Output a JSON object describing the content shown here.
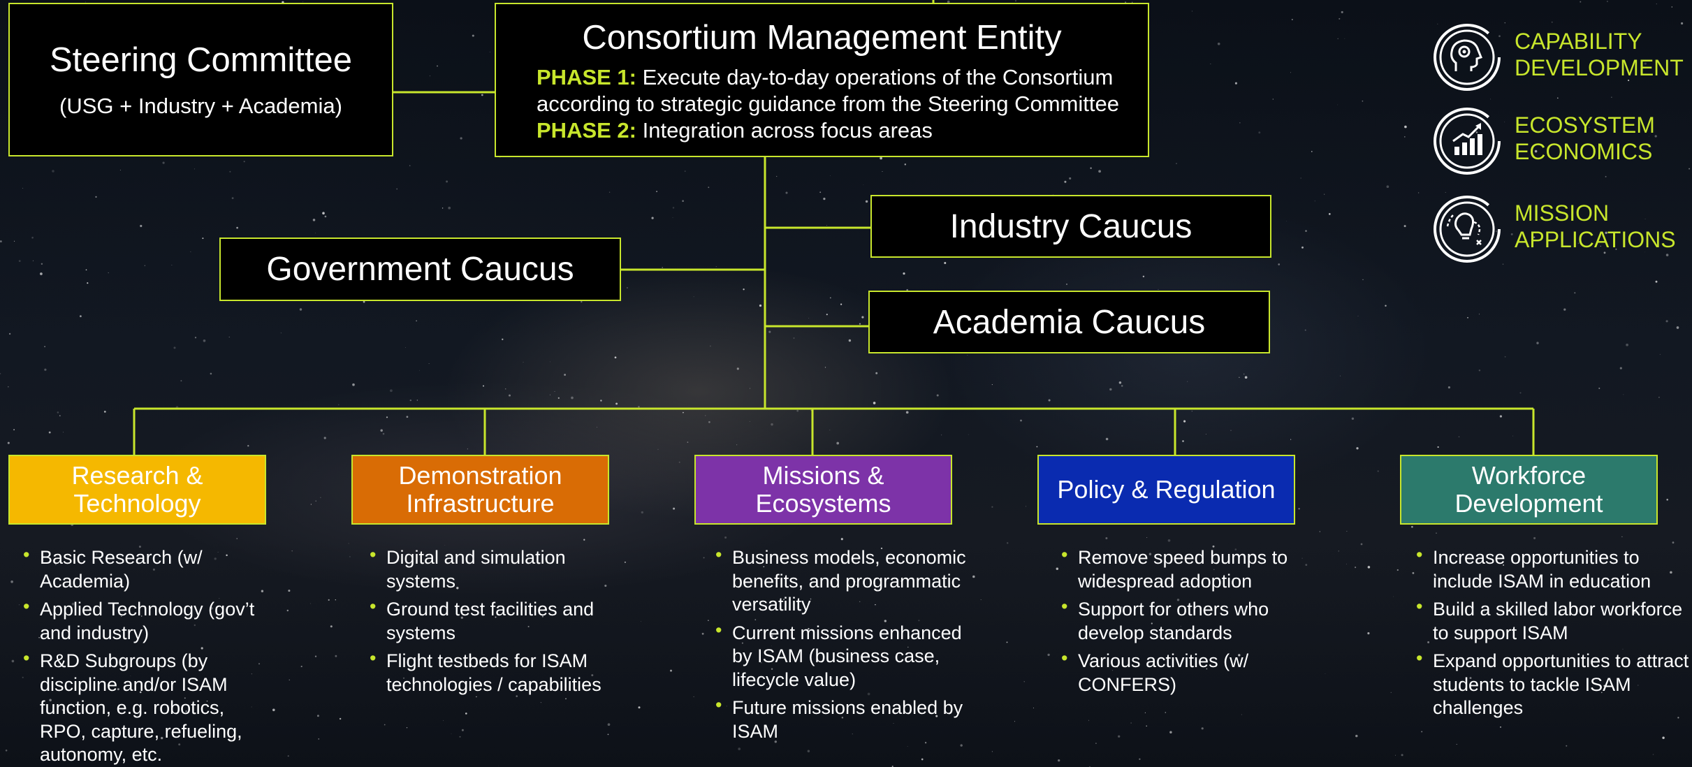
{
  "colors": {
    "accent": "#c8e62c",
    "research": "#f5b800",
    "demonstration": "#d96c05",
    "missions": "#7d33a8",
    "policy": "#0a2bb0",
    "workforce": "#2c7a6c"
  },
  "steering": {
    "title": "Steering Committee",
    "subtitle": "(USG + Industry + Academia)"
  },
  "cme": {
    "title": "Consortium Management Entity",
    "phase1_label": "PHASE 1:",
    "phase1_text": " Execute day-to-day operations of the Consortium according to strategic guidance from the Steering Committee",
    "phase2_label": "PHASE 2:",
    "phase2_text": " Integration across focus areas"
  },
  "caucuses": {
    "government": "Government Caucus",
    "industry": "Industry Caucus",
    "academia": "Academia Caucus"
  },
  "focus_areas": [
    {
      "title_l1": "Research &",
      "title_l2": "Technology",
      "bullets": [
        "Basic Research (w/ Academia)",
        "Applied Technology (gov’t and industry)",
        "R&D Subgroups (by discipline and/or ISAM function, e.g. robotics, RPO, capture, refueling, autonomy, etc."
      ]
    },
    {
      "title_l1": "Demonstration",
      "title_l2": "Infrastructure",
      "bullets": [
        "Digital and simulation systems",
        "Ground test facilities and systems",
        "Flight testbeds for ISAM technologies / capabilities"
      ]
    },
    {
      "title_l1": "Missions &",
      "title_l2": "Ecosystems",
      "bullets": [
        "Business models, economic benefits, and programmatic versatility",
        "Current missions enhanced by ISAM (business case, lifecycle value)",
        "Future missions enabled by ISAM"
      ]
    },
    {
      "title_l1": "Policy & Regulation",
      "title_l2": "",
      "bullets": [
        "Remove speed bumps to widespread adoption",
        "Support for others who develop standards",
        "Various activities (w/ CONFERS)"
      ]
    },
    {
      "title_l1": "Workforce",
      "title_l2": "Development",
      "bullets": [
        "Increase opportunities to include ISAM in education",
        "Build a skilled labor workforce to support ISAM",
        "Expand opportunities to attract students to tackle ISAM challenges"
      ]
    }
  ],
  "legend": [
    {
      "icon": "head-gear-icon",
      "line1": "CAPABILITY",
      "line2": "DEVELOPMENT"
    },
    {
      "icon": "growth-chart-icon",
      "line1": "ECOSYSTEM",
      "line2": "ECONOMICS"
    },
    {
      "icon": "lightbulb-ideas-icon",
      "line1": "MISSION",
      "line2": "APPLICATIONS"
    }
  ]
}
